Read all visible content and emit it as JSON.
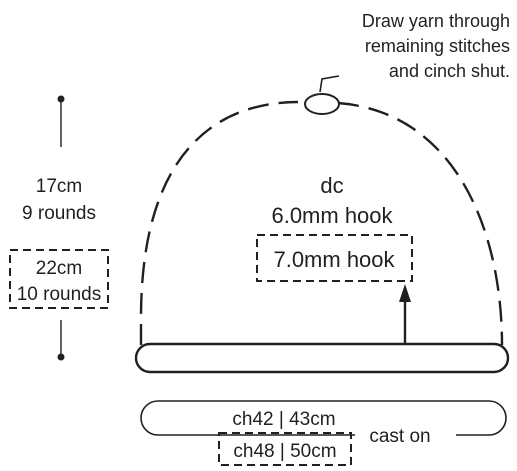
{
  "note": {
    "lines": [
      "Draw yarn through",
      "remaining stitches",
      "and cinch shut."
    ]
  },
  "stitch": {
    "label": "dc",
    "hook_main": "6.0mm hook",
    "hook_alt": "7.0mm hook"
  },
  "height": {
    "main_line1": "17cm",
    "main_line2": "9 rounds",
    "alt_line1": "22cm",
    "alt_line2": "10 rounds"
  },
  "cast_on": {
    "main": "ch42 | 43cm",
    "alt": "ch48 | 50cm",
    "label": "cast on"
  },
  "colors": {
    "ink": "#231f20",
    "background": "#ffffff"
  }
}
